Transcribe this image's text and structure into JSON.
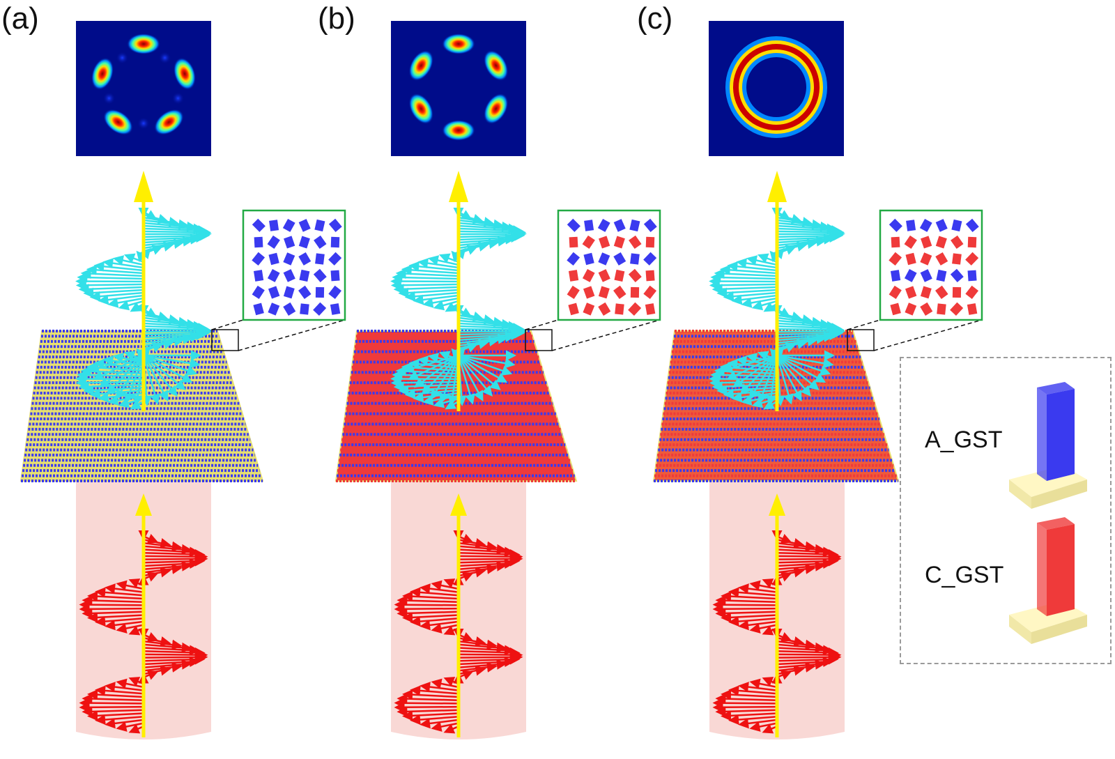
{
  "panels": [
    {
      "id": "a",
      "label": "(a)",
      "pattern": "five-lobe",
      "tile_colors": [
        "#3a3aef"
      ],
      "surface_color": "#e8e070",
      "inset_layout": "all-blue"
    },
    {
      "id": "b",
      "label": "(b)",
      "pattern": "six-lobe",
      "tile_colors": [
        "#3a3aef",
        "#ef3a3a"
      ],
      "surface_color": "#ef3a3a",
      "inset_layout": "alternating-rows"
    },
    {
      "id": "c",
      "label": "(c)",
      "pattern": "ring",
      "tile_colors": [
        "#ef3a3a",
        "#3a3aef"
      ],
      "surface_color": "#ef5a3a",
      "inset_layout": "mostly-red"
    }
  ],
  "legend": {
    "items": [
      {
        "label": "A_GST",
        "color": "#3a3aef"
      },
      {
        "label": "C_GST",
        "color": "#ef3a3a"
      }
    ]
  },
  "colors": {
    "output_helix": "#33e0e8",
    "input_helix": "#ee1111",
    "axis_arrow": "#ffef00",
    "beam_column": "#f8d4d0",
    "inset_border": "#22aa44",
    "intensity_background": "#000c8a"
  }
}
